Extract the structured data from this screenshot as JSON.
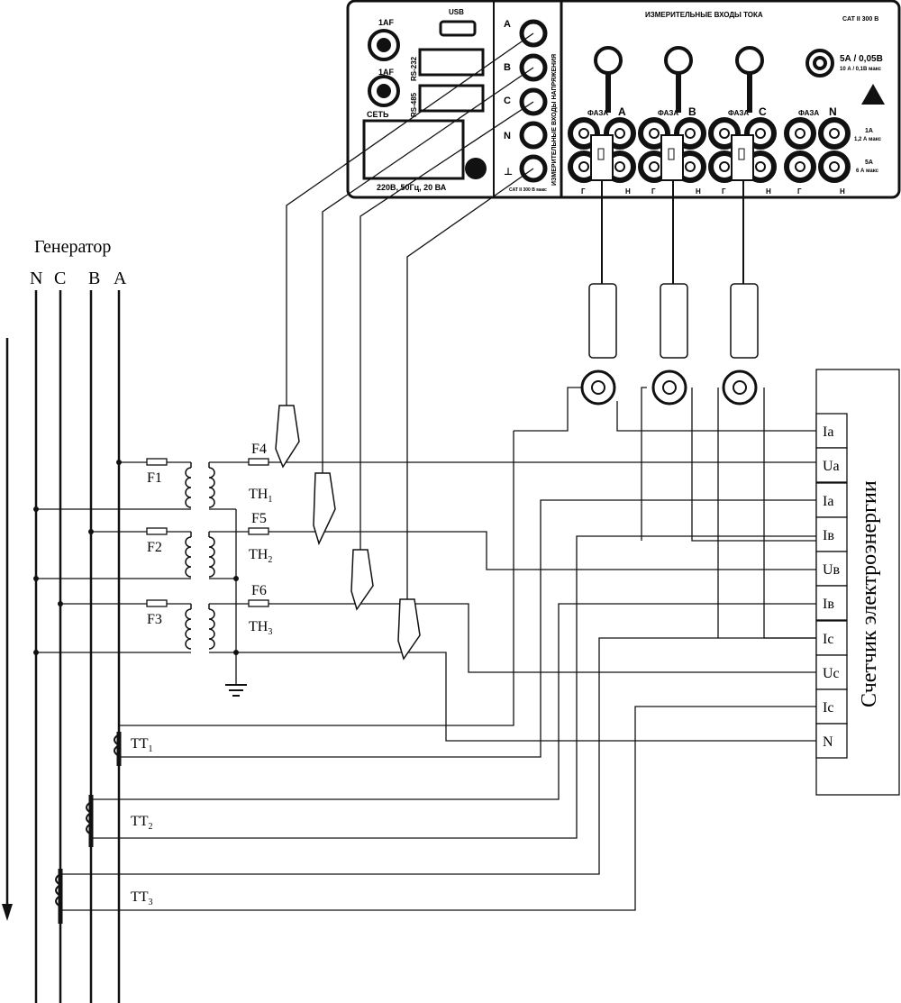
{
  "generator": {
    "title": "Генератор",
    "buses": [
      "N",
      "C",
      "B",
      "A"
    ]
  },
  "fuses": {
    "primary": [
      "F1",
      "F2",
      "F3"
    ],
    "secondary": [
      "F4",
      "F5",
      "F6"
    ]
  },
  "voltage_transformers": [
    {
      "base": "TH",
      "sub": "1"
    },
    {
      "base": "TH",
      "sub": "2"
    },
    {
      "base": "TH",
      "sub": "3"
    }
  ],
  "current_transformers": [
    {
      "base": "TT",
      "sub": "1"
    },
    {
      "base": "TT",
      "sub": "2"
    },
    {
      "base": "TT",
      "sub": "3"
    }
  ],
  "meter": {
    "title": "Счетчик электроэнергии",
    "terminals": [
      "Ia",
      "Ua",
      "Ia",
      "Iв",
      "Uв",
      "Iв",
      "Ic",
      "Uc",
      "Ic",
      "N"
    ]
  },
  "device": {
    "fuse_labels": [
      "1AF",
      "1AF"
    ],
    "usb": "USB",
    "rs232": "RS-232",
    "rs485": "RS-485",
    "power": "СЕТЬ",
    "power_rating": "220В, 50Гц, 20 ВА",
    "voltage_inputs_title": "ИЗМЕРИТЕЛЬНЫЕ ВХОДЫ НАПРЯЖЕНИЯ",
    "voltage_inputs": [
      "A",
      "B",
      "C",
      "N",
      "⊥"
    ],
    "voltage_cat": "CAT II 300 В макс",
    "current_inputs_title": "ИЗМЕРИТЕЛЬНЫЕ ВХОДЫ ТОКА",
    "cat": "CAT II 300 В",
    "clamp_input": "5А / 0,05В",
    "clamp_input_max": "10 А / 0,1В макс",
    "phase_groups": [
      {
        "prefix": "ФАЗА",
        "phase": "A"
      },
      {
        "prefix": "ФАЗА",
        "phase": "B"
      },
      {
        "prefix": "ФАЗА",
        "phase": "C"
      },
      {
        "prefix": "ФАЗА",
        "phase": "N"
      }
    ],
    "range_1a": "1А",
    "range_1a_max": "1,2 А макс",
    "range_5a": "5А",
    "range_5a_max": "6 А макс",
    "terminal_g": "Г",
    "terminal_n": "Н"
  }
}
